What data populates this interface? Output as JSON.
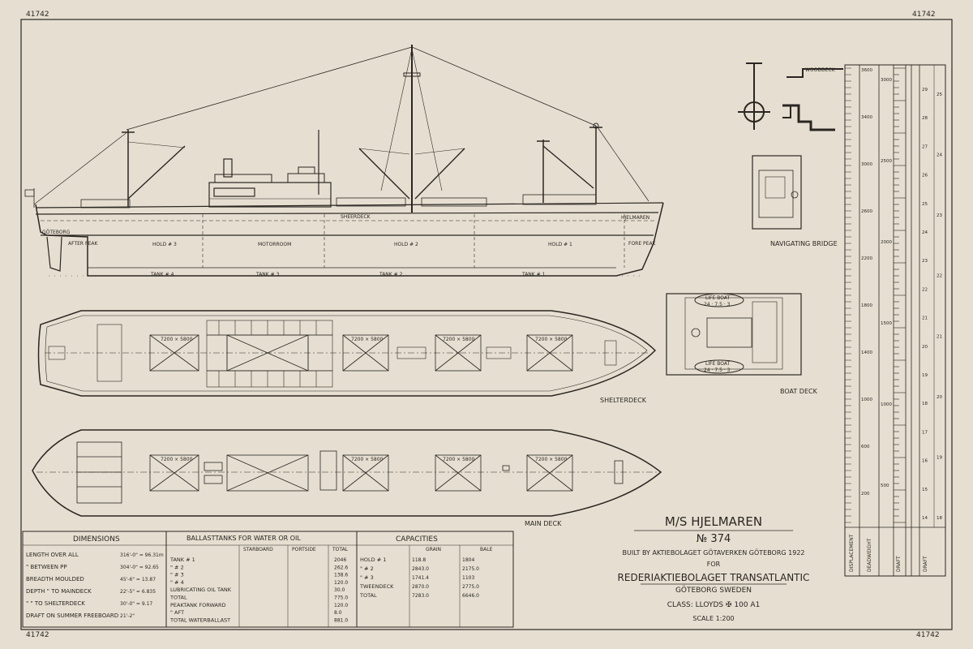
{
  "catalog_numbers": {
    "top_left": "41742",
    "top_right": "41742",
    "bottom_left": "41742",
    "bottom_right": "41742"
  },
  "labels": {
    "hold3": "HOLD # 3",
    "motorroom": "MOTORROOM",
    "hold2": "HOLD # 2",
    "hold1": "HOLD # 1",
    "after_peak": "AFTER PEAK",
    "fore_peak": "FORE PEAK",
    "tank4": "TANK # 4",
    "tank3": "TANK # 3",
    "tank2": "TANK # 2",
    "tank1": "TANK # 1",
    "sheerdeck": "SHEERDECK",
    "stern_name": "GÖTEBORG",
    "bow_name": "HJELMAREN",
    "wooddeck": "WOODDECK",
    "navigating_bridge": "NAVIGATING BRIDGE",
    "boat_deck": "BOAT DECK",
    "shelterdeck": "SHELTERDECK",
    "main_deck": "MAIN DECK",
    "hatch": "7200 × 5800",
    "lifeboat": "LIFE BOAT",
    "lifeboat_dims": "24 · 7.5 · 3"
  },
  "title_block": {
    "ship": "M/S HJELMAREN",
    "number": "№ 374",
    "built_by": "BUILT BY AKTIEBOLAGET GÖTAVERKEN GÖTEBORG 1922",
    "for": "FOR",
    "owner": "REDERIAKTIEBOLAGET TRANSATLANTIC",
    "city": "GÖTEBORG SWEDEN",
    "class": "CLASS: LLOYDS ✠ 100 A1",
    "scale": "SCALE 1:200"
  },
  "dimensions": {
    "title": "DIMENSIONS",
    "rows": [
      {
        "label": "LENGTH OVER ALL",
        "value": "316'-0\" = 96.31m"
      },
      {
        "label": "\"  BETWEEN PP",
        "value": "304'-0\" = 92.65"
      },
      {
        "label": "BREADTH MOULDED",
        "value": "45'-6\" = 13.87"
      },
      {
        "label": "DEPTH  \" TO MAINDECK",
        "value": "22'-5\" = 6.835"
      },
      {
        "label": "\"  \" TO SHELTERDECK",
        "value": "30'-0\" = 9.17"
      },
      {
        "label": "DRAFT ON SUMMER FREEBOARD",
        "value": "21'-2\""
      }
    ]
  },
  "ballast": {
    "title": "BALLASTTANKS FOR WATER OR OIL",
    "header_starboard": "STARBOARD",
    "header_portside": "PORTSIDE",
    "header_total": "TOTAL",
    "rows": [
      {
        "label": "TANK # 1",
        "total": "2046"
      },
      {
        "label": "\"  # 2",
        "total": "262.6"
      },
      {
        "label": "\"  # 3",
        "total": "138.6"
      },
      {
        "label": "\"  # 4",
        "total": "120.0"
      },
      {
        "label": "LUBRICATING OIL TANK",
        "total": "30.0"
      },
      {
        "label": "TOTAL",
        "total": "775.0"
      },
      {
        "label": "PEAKTANK FORWARD",
        "total": "120.0"
      },
      {
        "label": "\"  AFT",
        "total": "8.0"
      },
      {
        "label": "TOTAL WATERBALLAST",
        "total": "881.0"
      }
    ]
  },
  "capacities": {
    "title": "CAPACITIES",
    "header_grain": "GRAIN",
    "header_bale": "BALE",
    "rows": [
      {
        "label": "HOLD # 1",
        "grain": "118.8",
        "bale": "1804"
      },
      {
        "label": "\"  # 2",
        "grain": "2843.0",
        "bale": "2175.0"
      },
      {
        "label": "\"  # 3",
        "grain": "1741.4",
        "bale": "1103"
      },
      {
        "label": "TWEENDECK",
        "grain": "2870.0",
        "bale": "2775.0"
      },
      {
        "label": "TOTAL",
        "grain": "7283.0",
        "bale": "6646.0"
      }
    ]
  },
  "scale_bar": {
    "col1": [
      "3600",
      "3400",
      "3000",
      "2600",
      "2200",
      "1800",
      "1400",
      "1000",
      "600",
      "200"
    ],
    "col2": [
      "3000",
      "2500",
      "2000",
      "1500",
      "1000",
      "500"
    ],
    "col3": [
      "29",
      "28",
      "27",
      "26",
      "25",
      "24",
      "23",
      "22",
      "21",
      "20",
      "19",
      "18",
      "17",
      "16",
      "15",
      "14"
    ],
    "col4": [
      "25",
      "24",
      "23",
      "22",
      "21",
      "20",
      "19",
      "18"
    ],
    "foot_labels": [
      "DISPLACEMENT",
      "DEADWEIGHT",
      "DRAFT",
      "DRAFT"
    ]
  }
}
